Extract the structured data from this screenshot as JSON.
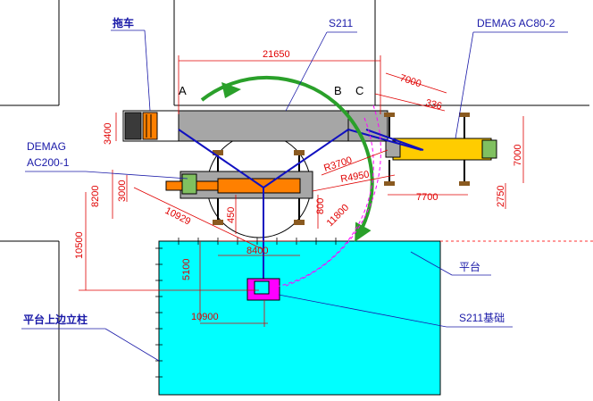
{
  "labels": {
    "tow_truck": "拖车",
    "s211": "S211",
    "demag_ac80": "DEMAG AC80-2",
    "demag_ac200_line1": "DEMAG",
    "demag_ac200_line2": "AC200-1",
    "platform": "平台",
    "s211_foundation": "S211基础",
    "platform_column": "平台上边立柱"
  },
  "point_marks": {
    "a": "A",
    "b": "B",
    "c": "C"
  },
  "dimensions": {
    "d21650": "21650",
    "d7000_top": "7000",
    "d336": "336",
    "d3400": "3400",
    "r3700": "R3700",
    "r4950": "R4950",
    "d7000_right": "7000",
    "d7700": "7700",
    "d2750": "2750",
    "d8200": "8200",
    "d3000": "3000",
    "d10929": "10929",
    "d450": "450",
    "d800": "800",
    "d11800": "11800",
    "d10500": "10500",
    "d8400": "8400",
    "d5100": "5100",
    "d10900": "10900"
  },
  "colors": {
    "platform": "#00ffff",
    "crane_boom": "#a6a6a6",
    "ac200_body": "#ff8000",
    "ac80_body": "#ffcc00",
    "foundation": "#ff00ff",
    "swing_arrow": "#2aa02a",
    "rigging": "#1010c0",
    "dimension": "#e00000",
    "outline": "#000000"
  },
  "icons": {
    "tow_truck": "tow-truck-icon",
    "crane_ac200": "mobile-crane-icon",
    "crane_ac80": "mobile-crane-icon"
  }
}
